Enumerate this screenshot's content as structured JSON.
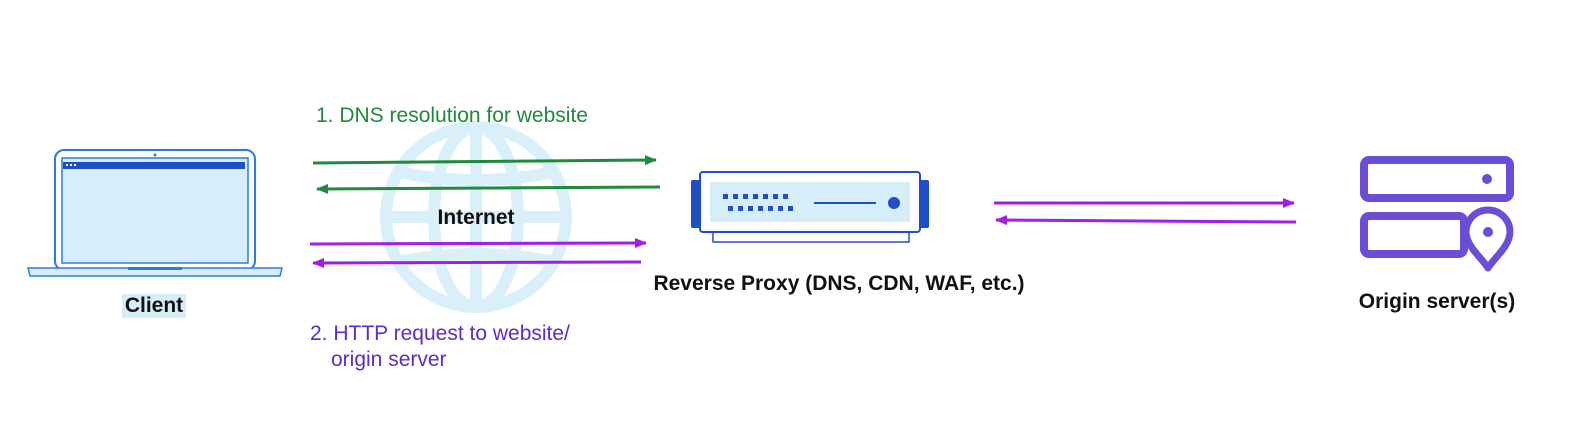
{
  "labels": {
    "client": "Client",
    "internet": "Internet",
    "proxy": "Reverse Proxy (DNS, CDN, WAF, etc.)",
    "origin": "Origin server(s)"
  },
  "steps": {
    "dns": "1. DNS resolution for website",
    "http_line1": "2. HTTP request to website/",
    "http_line2": "origin server"
  },
  "colors": {
    "dns_arrow": "#1e8a3a",
    "http_arrow": "#a21ce8",
    "http_text": "#5b2bd3",
    "globe": "#d9f0fb",
    "laptop_stroke": "#2d7be0",
    "laptop_fill": "#d6eef9",
    "proxy_blue": "#1f4fc8",
    "server_purple": "#6b4dd6"
  },
  "icons": {
    "client": "laptop-icon",
    "internet": "globe-icon",
    "proxy": "proxy-appliance-icon",
    "origin": "server-location-icon"
  }
}
